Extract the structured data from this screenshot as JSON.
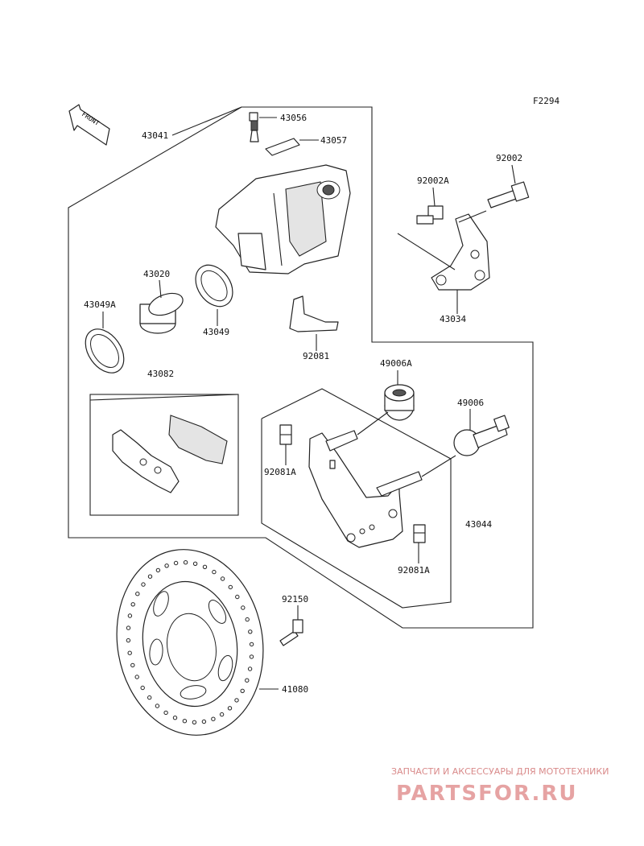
{
  "figure_code": "F2294",
  "front_arrow_label": "FRONT",
  "parts": {
    "p43056": "43056",
    "p43057": "43057",
    "p43041": "43041",
    "p92002": "92002",
    "p92002A": "92002A",
    "p43020": "43020",
    "p43049A": "43049A",
    "p43049": "43049",
    "p43034": "43034",
    "p92081": "92081",
    "p43082": "43082",
    "p49006A": "49006A",
    "p49006": "49006",
    "p92081A_left": "92081A",
    "p43044": "43044",
    "p92081A_bottom": "92081A",
    "p92150": "92150",
    "p41080": "41080"
  },
  "watermark": {
    "caption": "ЗАПЧАСТИ И АКСЕССУАРЫ ДЛЯ МОТОТЕХНИКИ",
    "brand": "PARTSFOR.RU"
  }
}
